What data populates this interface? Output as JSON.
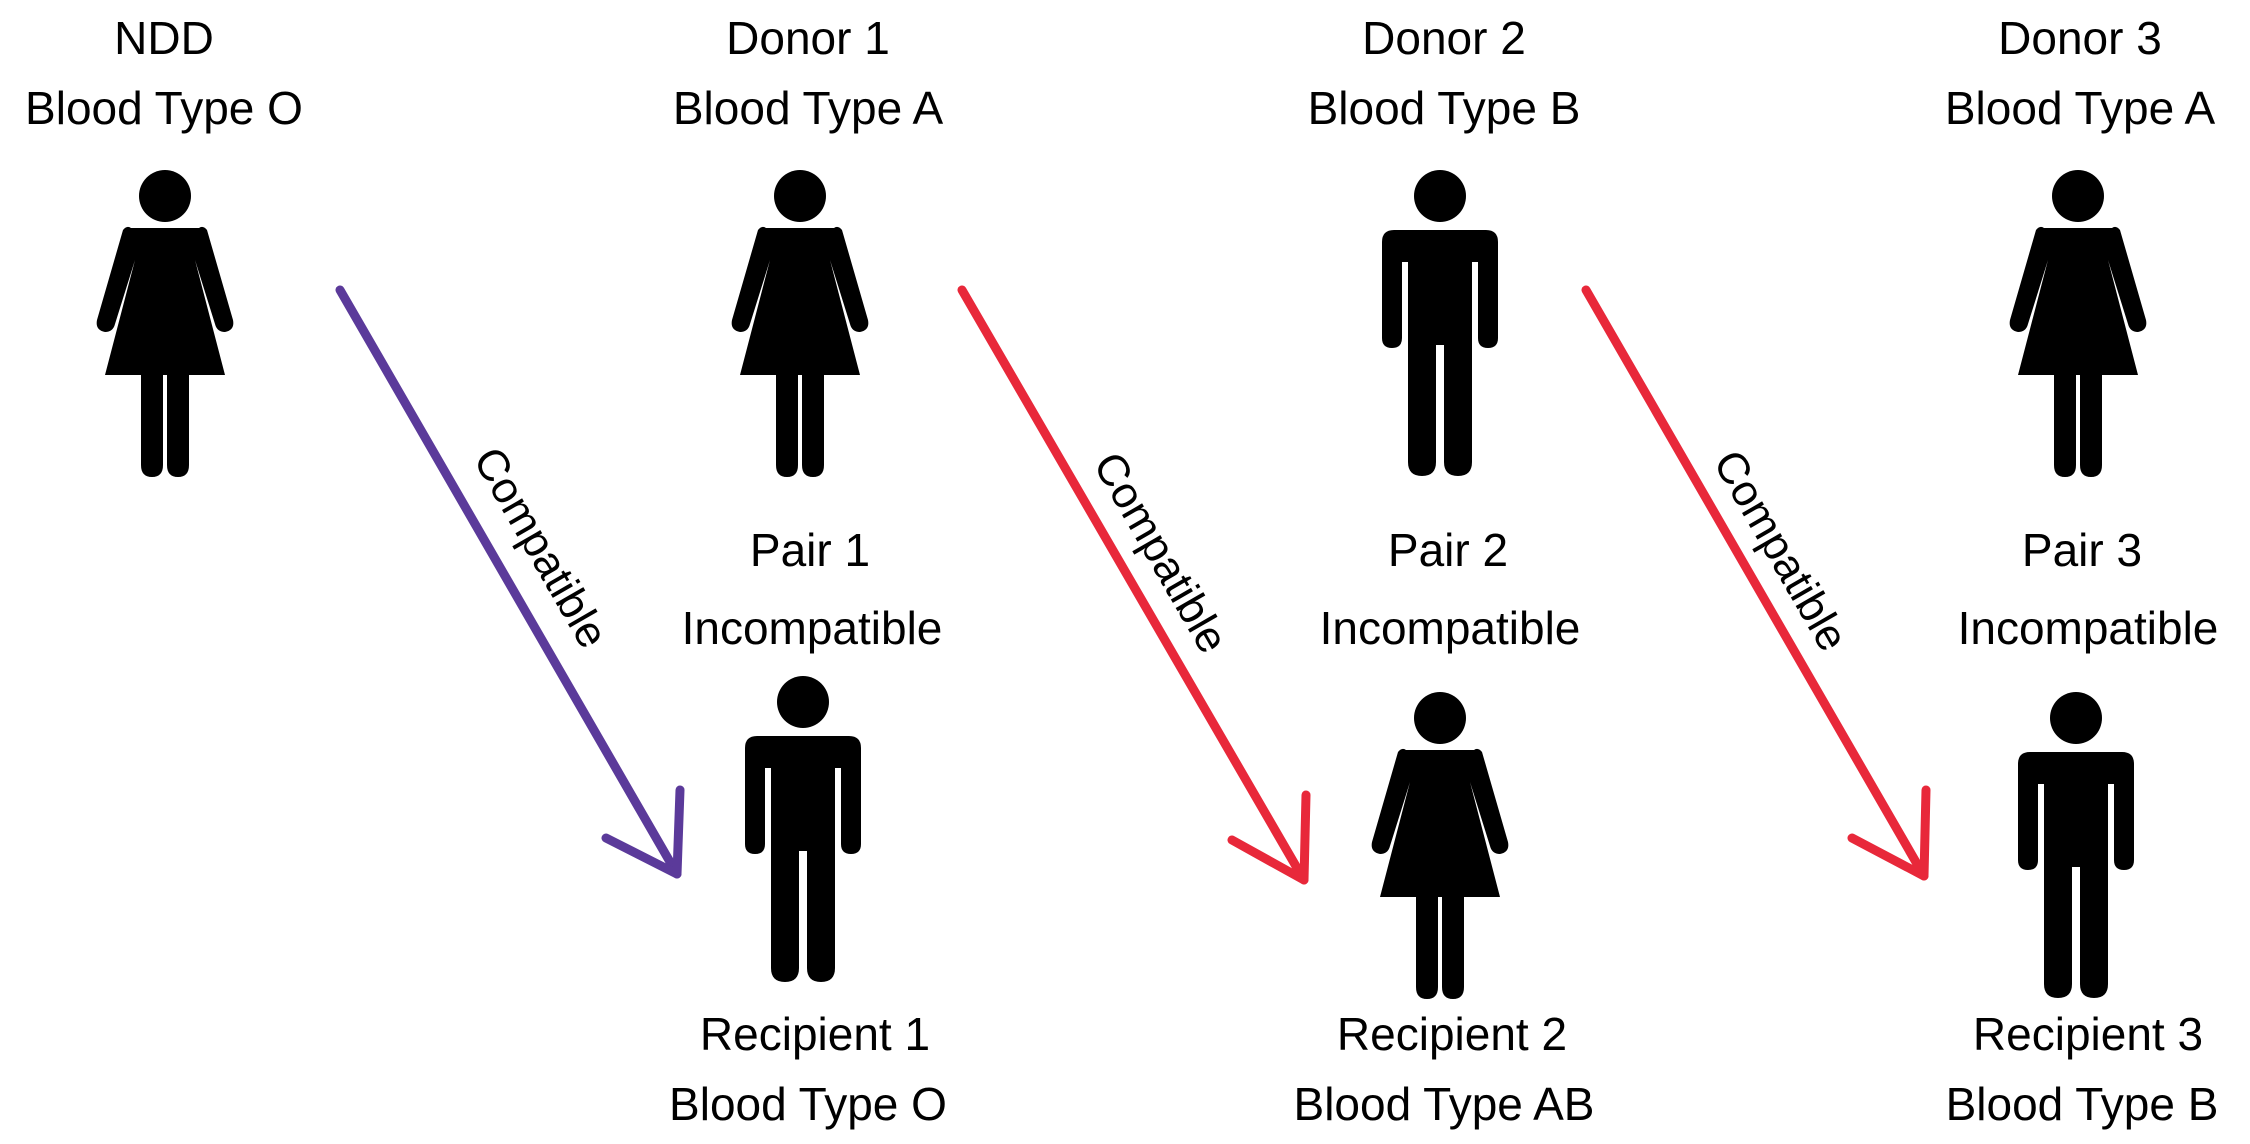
{
  "colors": {
    "figure": "#000000",
    "ndd_arrow": "#5b3a9a",
    "pair_arrow": "#e8283a",
    "background": "#ffffff"
  },
  "donors": [
    {
      "name": "NDD",
      "blood_type": "Blood Type O",
      "figure": "female-figure-icon"
    },
    {
      "name": "Donor 1",
      "blood_type": "Blood Type A",
      "figure": "female-figure-icon"
    },
    {
      "name": "Donor 2",
      "blood_type": "Blood Type B",
      "figure": "male-figure-icon"
    },
    {
      "name": "Donor 3",
      "blood_type": "Blood Type A",
      "figure": "female-figure-icon"
    }
  ],
  "pairs": [
    {
      "name": "Pair 1",
      "status": "Incompatible"
    },
    {
      "name": "Pair 2",
      "status": "Incompatible"
    },
    {
      "name": "Pair 3",
      "status": "Incompatible"
    }
  ],
  "recipients": [
    {
      "name": "Recipient 1",
      "blood_type": "Blood Type O",
      "figure": "male-figure-icon"
    },
    {
      "name": "Recipient 2",
      "blood_type": "Blood Type AB",
      "figure": "female-figure-icon"
    },
    {
      "name": "Recipient 3",
      "blood_type": "Blood Type B",
      "figure": "male-figure-icon"
    }
  ],
  "arrows": [
    {
      "label": "Compatible",
      "from": "NDD",
      "to": "Recipient 1"
    },
    {
      "label": "Compatible",
      "from": "Donor 1",
      "to": "Recipient 2"
    },
    {
      "label": "Compatible",
      "from": "Donor 2",
      "to": "Recipient 3"
    }
  ]
}
